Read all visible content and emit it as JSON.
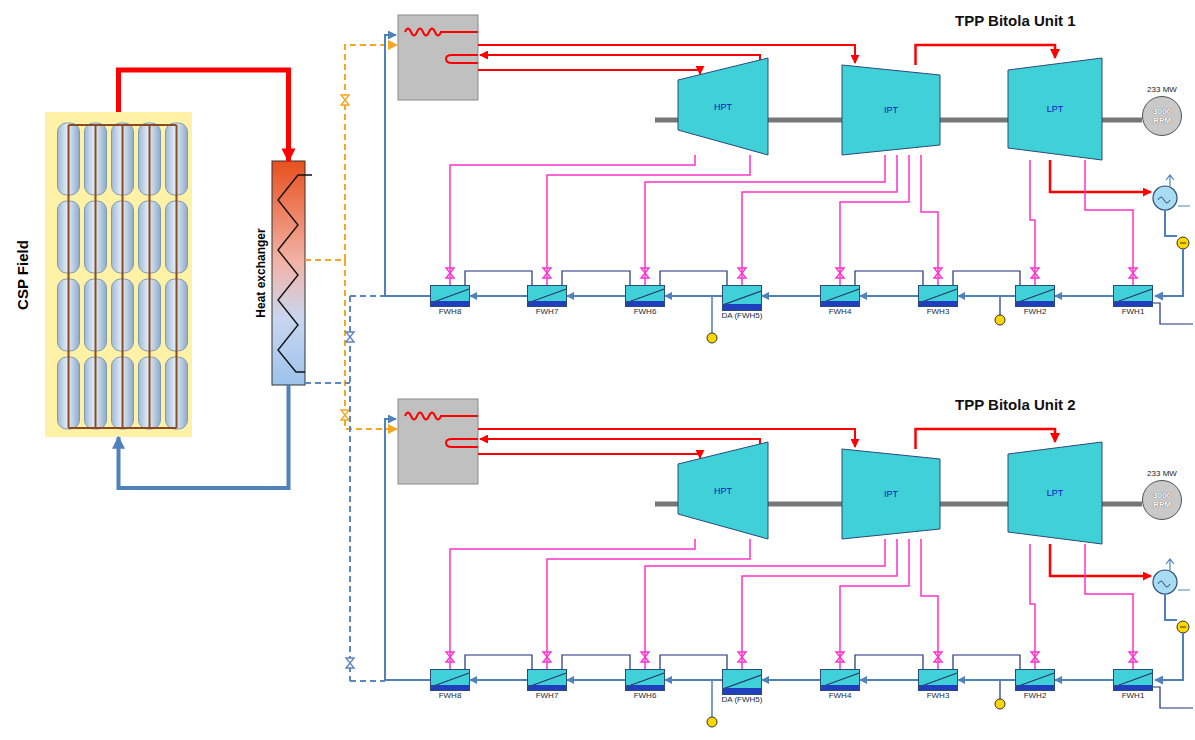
{
  "diagram": {
    "nodes": [
      {
        "text": [
          "CSP Field"
        ]
      },
      {
        "text": [
          "Heat exchanger"
        ]
      },
      {
        "text": [
          "HPT"
        ]
      },
      {
        "text": [
          "IPT"
        ]
      },
      {
        "text": [
          "LPT"
        ]
      },
      {
        "text": [
          "233 MW",
          "3000 RPM"
        ]
      },
      {
        "text": [
          "FWH8"
        ]
      },
      {
        "text": [
          "FWH7"
        ]
      },
      {
        "text": [
          "FWH6"
        ]
      },
      {
        "text": [
          "DA (FWH5)"
        ]
      },
      {
        "text": [
          "FWH4"
        ]
      },
      {
        "text": [
          "FWH3"
        ]
      },
      {
        "text": [
          "FWH2"
        ]
      },
      {
        "text": [
          "FWH1"
        ]
      },
      {
        "text": [
          "HPT"
        ]
      },
      {
        "text": [
          "IPT"
        ]
      },
      {
        "text": [
          "LPT"
        ]
      },
      {
        "text": [
          "233 MW",
          "3000 RPM"
        ]
      },
      {
        "text": [
          "FWH8"
        ]
      },
      {
        "text": [
          "FWH7"
        ]
      },
      {
        "text": [
          "FWH6"
        ]
      },
      {
        "text": [
          "DA (FWH5)"
        ]
      },
      {
        "text": [
          "FWH4"
        ]
      },
      {
        "text": [
          "FWH3"
        ]
      },
      {
        "text": [
          "FWH2"
        ]
      },
      {
        "text": [
          "FWH1"
        ]
      }
    ],
    "edges": [
      {
        "from": 0,
        "to": 1,
        "arrow": "to"
      },
      {
        "from": 1,
        "to": 0,
        "arrow": "to"
      },
      {
        "from": 3,
        "to": 4,
        "arrow": "to"
      },
      {
        "from": 2,
        "to": 6,
        "arrow": "none"
      },
      {
        "from": 2,
        "to": 7,
        "arrow": "none"
      },
      {
        "from": 3,
        "to": 8,
        "arrow": "none"
      },
      {
        "from": 3,
        "to": 9,
        "arrow": "none"
      },
      {
        "from": 3,
        "to": 10,
        "arrow": "none"
      },
      {
        "from": 3,
        "to": 11,
        "arrow": "none"
      },
      {
        "from": 4,
        "to": 12,
        "arrow": "none"
      },
      {
        "from": 4,
        "to": 13,
        "arrow": "none"
      },
      {
        "from": 13,
        "to": 12,
        "arrow": "to"
      },
      {
        "from": 12,
        "to": 11,
        "arrow": "to"
      },
      {
        "from": 11,
        "to": 10,
        "arrow": "to"
      },
      {
        "from": 10,
        "to": 9,
        "arrow": "to"
      },
      {
        "from": 9,
        "to": 8,
        "arrow": "to"
      },
      {
        "from": 8,
        "to": 7,
        "arrow": "to"
      },
      {
        "from": 7,
        "to": 6,
        "arrow": "to"
      },
      {
        "from": 6,
        "to": 7,
        "arrow": "none"
      },
      {
        "from": 7,
        "to": 8,
        "arrow": "none"
      },
      {
        "from": 8,
        "to": 9,
        "arrow": "none"
      },
      {
        "from": 10,
        "to": 11,
        "arrow": "none"
      },
      {
        "from": 11,
        "to": 12,
        "arrow": "none"
      },
      {
        "from": 15,
        "to": 16,
        "arrow": "to"
      },
      {
        "from": 14,
        "to": 18,
        "arrow": "none"
      },
      {
        "from": 14,
        "to": 19,
        "arrow": "none"
      },
      {
        "from": 15,
        "to": 20,
        "arrow": "none"
      },
      {
        "from": 15,
        "to": 21,
        "arrow": "none"
      },
      {
        "from": 15,
        "to": 22,
        "arrow": "none"
      },
      {
        "from": 15,
        "to": 23,
        "arrow": "none"
      },
      {
        "from": 16,
        "to": 24,
        "arrow": "none"
      },
      {
        "from": 16,
        "to": 25,
        "arrow": "none"
      },
      {
        "from": 25,
        "to": 24,
        "arrow": "to"
      },
      {
        "from": 24,
        "to": 23,
        "arrow": "to"
      },
      {
        "from": 23,
        "to": 22,
        "arrow": "to"
      },
      {
        "from": 22,
        "to": 21,
        "arrow": "to"
      },
      {
        "from": 21,
        "to": 20,
        "arrow": "to"
      },
      {
        "from": 20,
        "to": 19,
        "arrow": "to"
      },
      {
        "from": 19,
        "to": 18,
        "arrow": "to"
      },
      {
        "from": 18,
        "to": 19,
        "arrow": "none"
      },
      {
        "from": 19,
        "to": 20,
        "arrow": "none"
      },
      {
        "from": 20,
        "to": 21,
        "arrow": "none"
      },
      {
        "from": 22,
        "to": 23,
        "arrow": "none"
      },
      {
        "from": 23,
        "to": 24,
        "arrow": "none"
      }
    ],
    "labels": [
      "TPP Bitola Unit 1",
      "TPP Bitola Unit 2"
    ]
  }
}
